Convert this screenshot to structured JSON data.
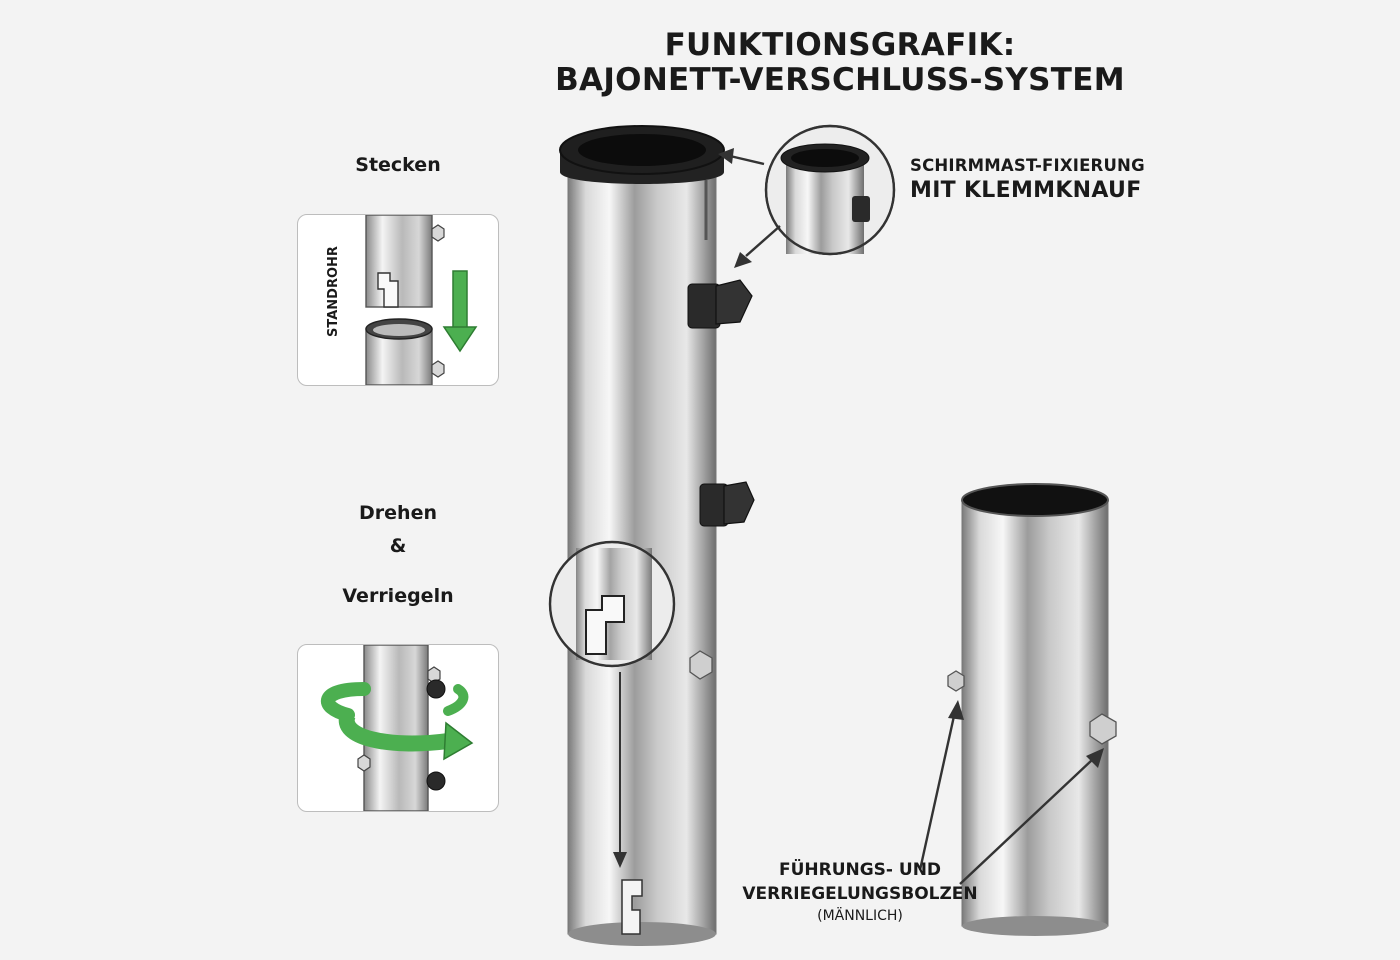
{
  "title": {
    "line1": "FUNKTIONSGRAFIK:",
    "line2": "BAJONETT-VERSCHLUSS-SYSTEM"
  },
  "steps": {
    "step1_label": "Stecken",
    "step1_vertical_label": "STANDROHR",
    "step2_label_line1": "Drehen",
    "step2_label_line2": "&",
    "step2_label_line3": "Verriegeln"
  },
  "callouts": {
    "fixation_line1": "SCHIRMMAST-FIXIERUNG",
    "fixation_line2": "MIT KLEMMKNAUF",
    "bolt_line1": "FÜHRUNGS- UND",
    "bolt_line2": "VERRIEGELUNGSBOLZEN",
    "bolt_line3": "(MÄNNLICH)"
  },
  "colors": {
    "arrow_green": "#4caf50",
    "steel_light": "#e6e6e6",
    "steel_dark": "#6a6a6a",
    "knob_black": "#2a2a2a",
    "text_dark": "#1a1a1a"
  },
  "icons": {
    "down_arrow": "green-down-arrow-icon",
    "rotate_arrow": "green-rotate-arrow-icon",
    "knob": "clamp-knob-icon",
    "bolt": "hex-bolt-icon"
  }
}
